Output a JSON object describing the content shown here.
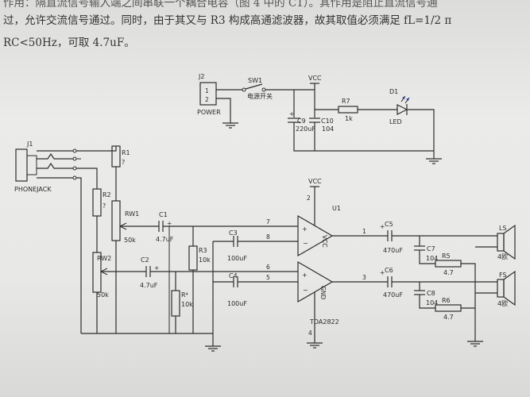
{
  "text": {
    "line0": "作用：隔直流信号输入端之间串联一个耦合电容（图 4 中的 C1）。其作用是阻止直流信号通",
    "line1": "过，允许交流信号通过。同时，由于其又与  R3  构成高通滤波器，故其取值必须满足  fL=1/2 π",
    "line2": "RC<50Hz，可取 4.7uF。"
  },
  "labels": {
    "j2": "J2",
    "j2_pin1": "1",
    "j2_pin2": "2",
    "power": "POWER",
    "sw1": "SW1",
    "sw1_desc": "电源开关",
    "vcc_top": "VCC",
    "c9": "C9",
    "c9_val": "220uF",
    "c10": "C10",
    "c10_val": "104",
    "r7": "R7",
    "r7_val": "1k",
    "d1": "D1",
    "led": "LED",
    "j1": "J1",
    "phonejack": "PHONEJACK",
    "r1": "R1",
    "r1_val": "?",
    "r2": "R2",
    "r2_val": "?",
    "rw1": "RW1",
    "rw1_val": "50k",
    "rw2": "RW2",
    "rw2_val": "50k",
    "c1": "C1",
    "c1_val": "4.7uF",
    "c2": "C2",
    "c2_val": "4.7uF",
    "c3": "C3",
    "c3_val": "100uF",
    "c4": "C4",
    "c4_val": "100uF",
    "r3": "R3",
    "r3_val": "10k",
    "r4": "R⁴",
    "r4_val": "10k",
    "u1": "U1",
    "vcc_ic": "VCC",
    "vcc_ic_label": "VCC",
    "gnd_ic": "GND",
    "pin7": "7",
    "pin8": "8",
    "pin6": "6",
    "pin5": "5",
    "pin1": "1",
    "pin3": "3",
    "pin2": "2",
    "pin4": "4",
    "tda": "TDA2822",
    "c5": "C5",
    "c5_val": "470uF",
    "c6": "C6",
    "c6_val": "470uF",
    "c7": "C7",
    "c7_val": "104",
    "c8": "C8",
    "c8_val": "104",
    "r5": "R5",
    "r5_val": "4.7",
    "r6": "R6",
    "r6_val": "4.7",
    "ls": "LS",
    "ls_val": "4欧",
    "fs": "FS",
    "fs_val": "4欧"
  },
  "colors": {
    "ink": "#2d2d2d",
    "led_arrow": "#2a3f8a",
    "paper": "#e6e6e4"
  }
}
